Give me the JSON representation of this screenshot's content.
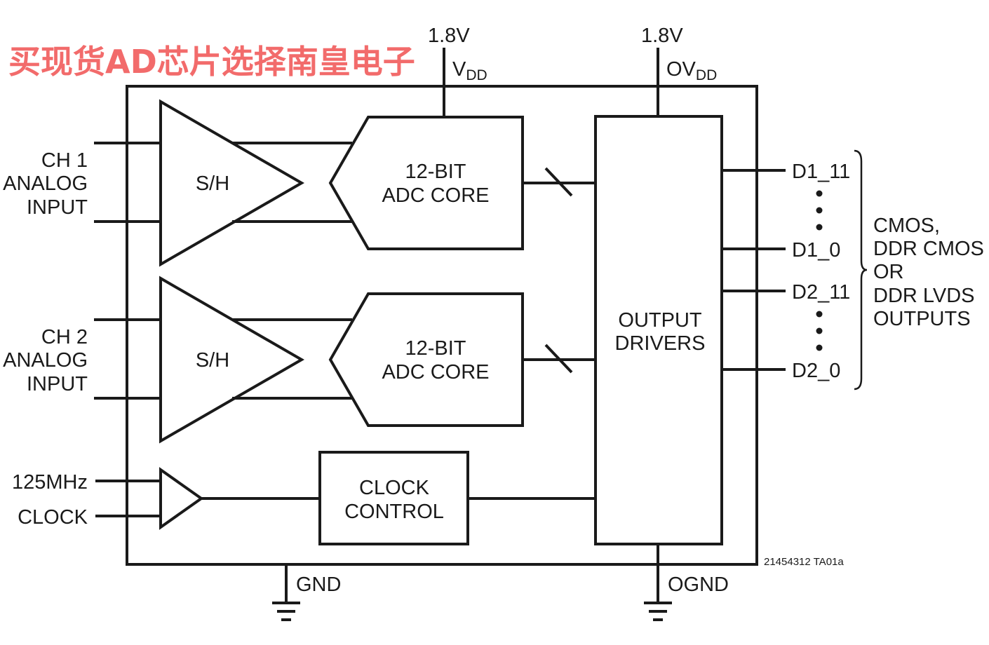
{
  "watermark": "买现货AD芯片选择南皇电子",
  "supplies": {
    "vdd_voltage": "1.8V",
    "vdd_label": "V",
    "vdd_sub": "DD",
    "ovdd_voltage": "1.8V",
    "ovdd_label": "OV",
    "ovdd_sub": "DD"
  },
  "inputs": {
    "ch1": [
      "CH 1",
      "ANALOG",
      "INPUT"
    ],
    "ch2": [
      "CH 2",
      "ANALOG",
      "INPUT"
    ],
    "clock": [
      "125MHz",
      "CLOCK"
    ]
  },
  "blocks": {
    "sh1": "S/H",
    "sh2": "S/H",
    "adc1": [
      "12-BIT",
      "ADC CORE"
    ],
    "adc2": [
      "12-BIT",
      "ADC CORE"
    ],
    "clock_control": [
      "CLOCK",
      "CONTROL"
    ],
    "output_drivers": [
      "OUTPUT",
      "DRIVERS"
    ]
  },
  "outputs": {
    "d1_msb": "D1_11",
    "d1_lsb": "D1_0",
    "d2_msb": "D2_11",
    "d2_lsb": "D2_0",
    "description": [
      "CMOS,",
      "DDR CMOS",
      "OR",
      "DDR LVDS",
      "OUTPUTS"
    ]
  },
  "grounds": {
    "gnd": "GND",
    "ognd": "OGND"
  },
  "figure_id": "21454312 TA01a"
}
